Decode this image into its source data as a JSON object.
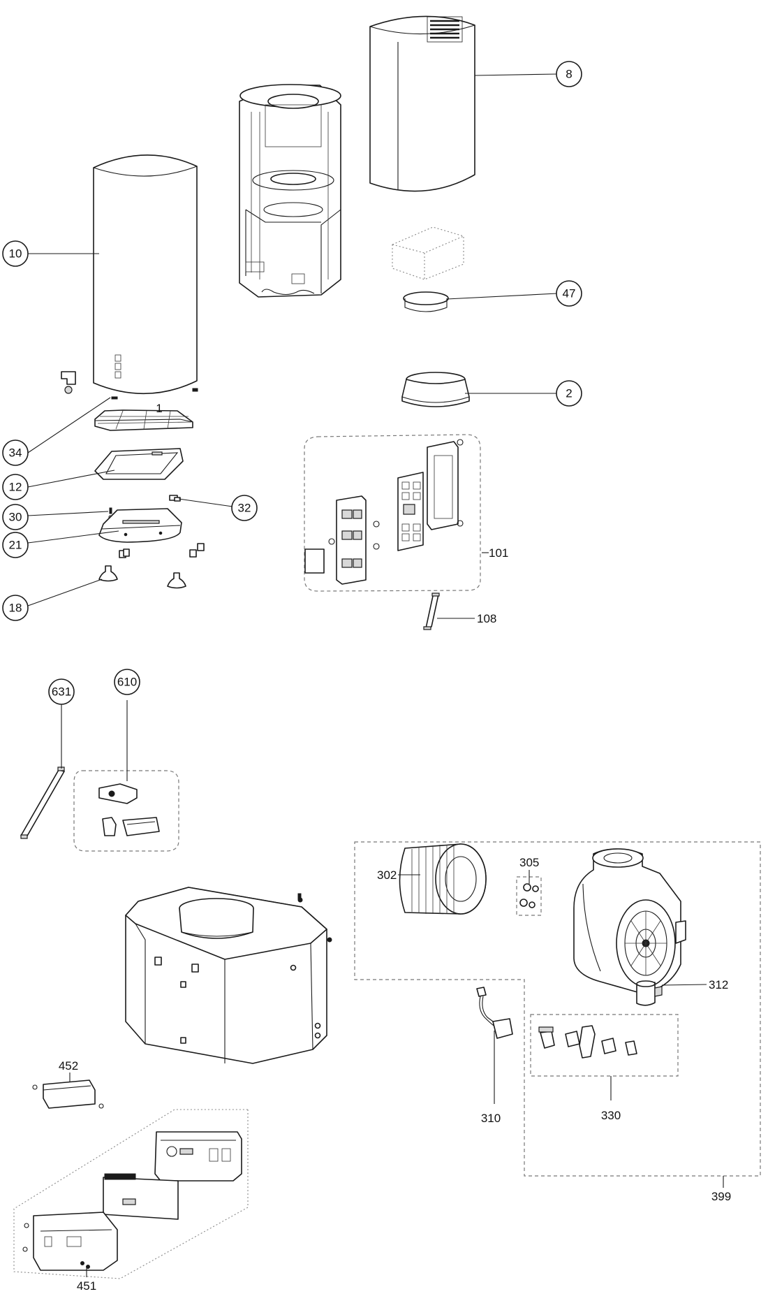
{
  "diagram": {
    "callouts": [
      {
        "id": "c8",
        "label": "8"
      },
      {
        "id": "c10",
        "label": "10"
      },
      {
        "id": "c47",
        "label": "47"
      },
      {
        "id": "c2",
        "label": "2"
      },
      {
        "id": "c34",
        "label": "34"
      },
      {
        "id": "c12",
        "label": "12"
      },
      {
        "id": "c30",
        "label": "30"
      },
      {
        "id": "c32",
        "label": "32"
      },
      {
        "id": "c21",
        "label": "21"
      },
      {
        "id": "c18",
        "label": "18"
      },
      {
        "id": "c631",
        "label": "631"
      },
      {
        "id": "c610",
        "label": "610"
      }
    ],
    "labels": [
      {
        "id": "l1",
        "label": "1"
      },
      {
        "id": "l101",
        "label": "101"
      },
      {
        "id": "l108",
        "label": "108"
      },
      {
        "id": "l302",
        "label": "302"
      },
      {
        "id": "l305",
        "label": "305"
      },
      {
        "id": "l312",
        "label": "312"
      },
      {
        "id": "l310",
        "label": "310"
      },
      {
        "id": "l330",
        "label": "330"
      },
      {
        "id": "l399",
        "label": "399"
      },
      {
        "id": "l452",
        "label": "452"
      },
      {
        "id": "l451",
        "label": "451"
      }
    ]
  }
}
